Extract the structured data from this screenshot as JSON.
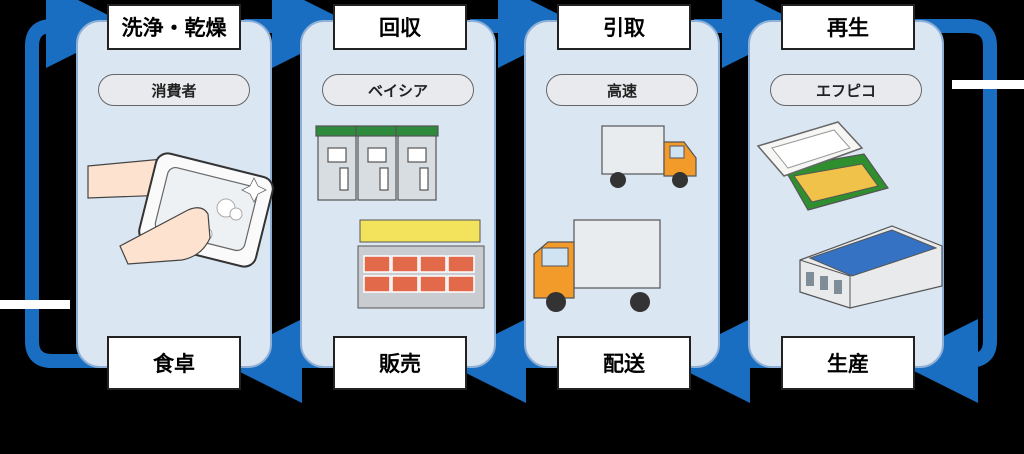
{
  "cycle": {
    "top_steps": [
      "洗浄・乾燥",
      "回収",
      "引取",
      "再生"
    ],
    "bottom_steps": [
      "食卓",
      "販売",
      "配送",
      "生産"
    ],
    "actors": [
      "消費者",
      "ベイシア",
      "高速",
      "エフピコ"
    ]
  },
  "colors": {
    "arrow": "#1a6ec1",
    "panel": "#dbe6f3",
    "panel_border": "#8fb0d6"
  },
  "illustrations": [
    "washing-tray-hands",
    "recycling-bins-and-store-shelf",
    "delivery-trucks",
    "food-trays-and-factory"
  ]
}
